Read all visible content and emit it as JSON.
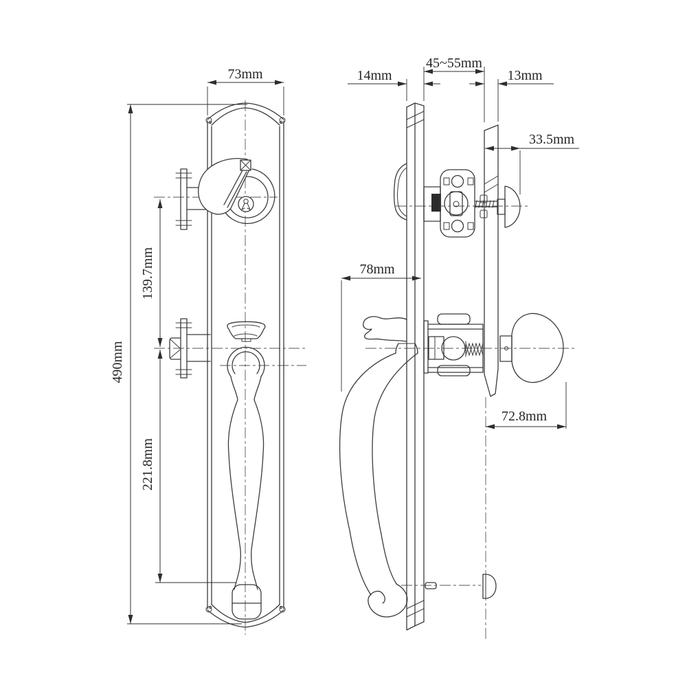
{
  "style": {
    "line_color": "#3a3a3a",
    "dimension_color": "#2e2e2e",
    "centerline_color": "#555555",
    "background": "#ffffff"
  },
  "dims": {
    "plate_width": "73mm",
    "overall_height": "490mm",
    "deadbolt_to_latch_spacing": "139.7mm",
    "latch_to_handle_bottom": "221.8mm",
    "exterior_plate_thickness": "14mm",
    "door_thickness_range": "45~55mm",
    "interior_plate_thickness": "13mm",
    "thumbturn_projection": "33.5mm",
    "handle_projection": "78mm",
    "knob_projection": "72.8mm"
  }
}
